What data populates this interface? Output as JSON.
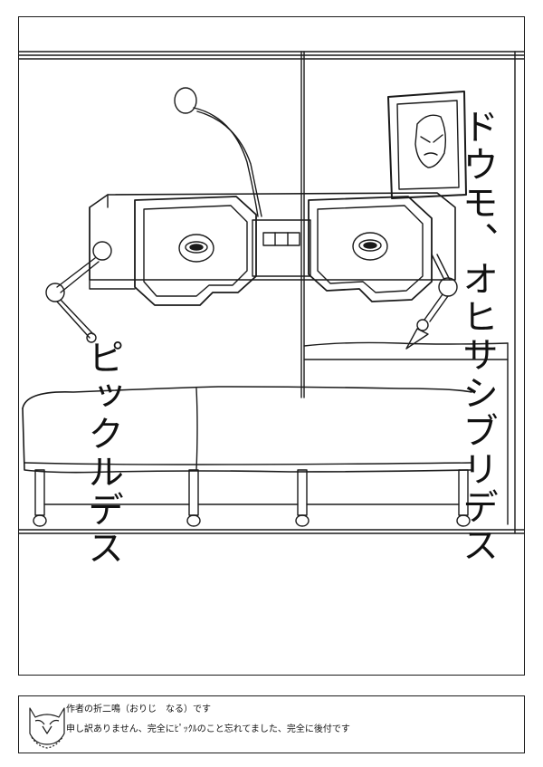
{
  "manga": {
    "speech_line_1": "ドウモ、オヒサシブリデス",
    "speech_line_2": "ピックルデス"
  },
  "author_note": {
    "line_1": "作者の折二鳴（おりじ　なる）です",
    "line_2": "申し訳ありません、完全にﾋﾟｯｸﾙのこと忘れてました、完全に後付です"
  },
  "icons": {
    "avatar": "author-avatar-icon",
    "portrait": "framed-mask-portrait-icon"
  },
  "colors": {
    "ink": "#111111",
    "paper": "#ffffff"
  }
}
